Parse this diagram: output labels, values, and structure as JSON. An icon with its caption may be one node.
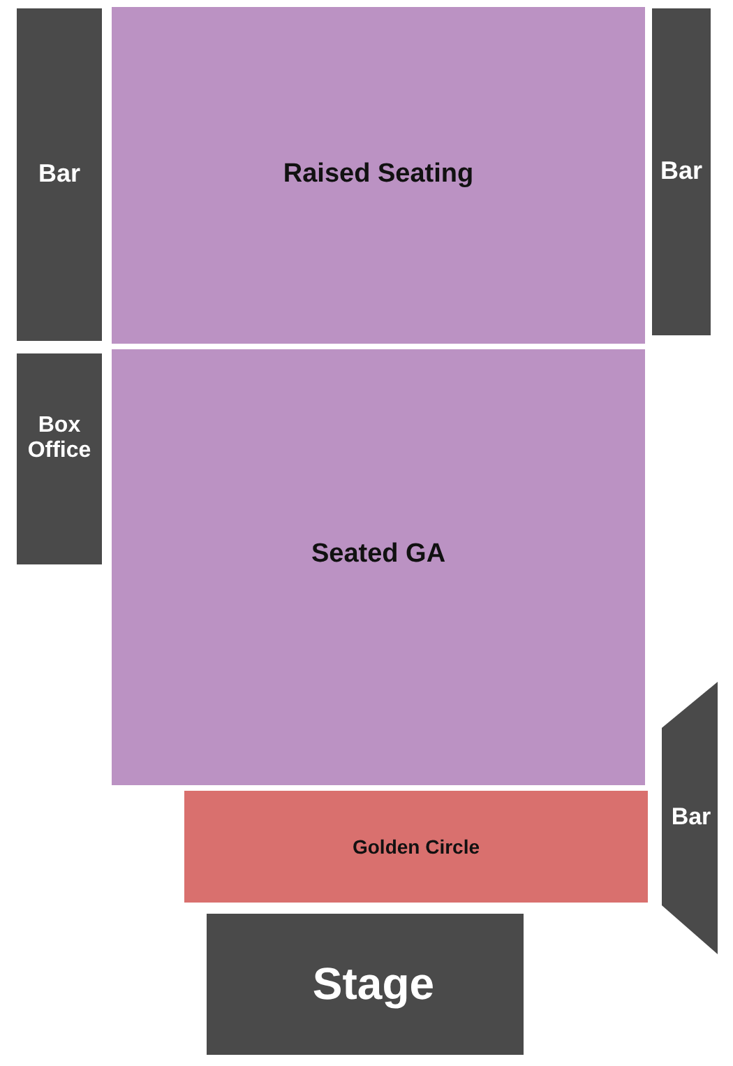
{
  "diagram": {
    "nodes": [
      {
        "text": [
          "Bar"
        ]
      },
      {
        "text": [
          "Raised Seating"
        ]
      },
      {
        "text": [
          "Bar"
        ]
      },
      {
        "text": [
          "Box Office"
        ]
      },
      {
        "text": [
          "Seated GA"
        ]
      },
      {
        "text": [
          "Golden Circle"
        ]
      },
      {
        "text": [
          "Bar"
        ]
      },
      {
        "text": [
          "Stage"
        ]
      }
    ]
  }
}
